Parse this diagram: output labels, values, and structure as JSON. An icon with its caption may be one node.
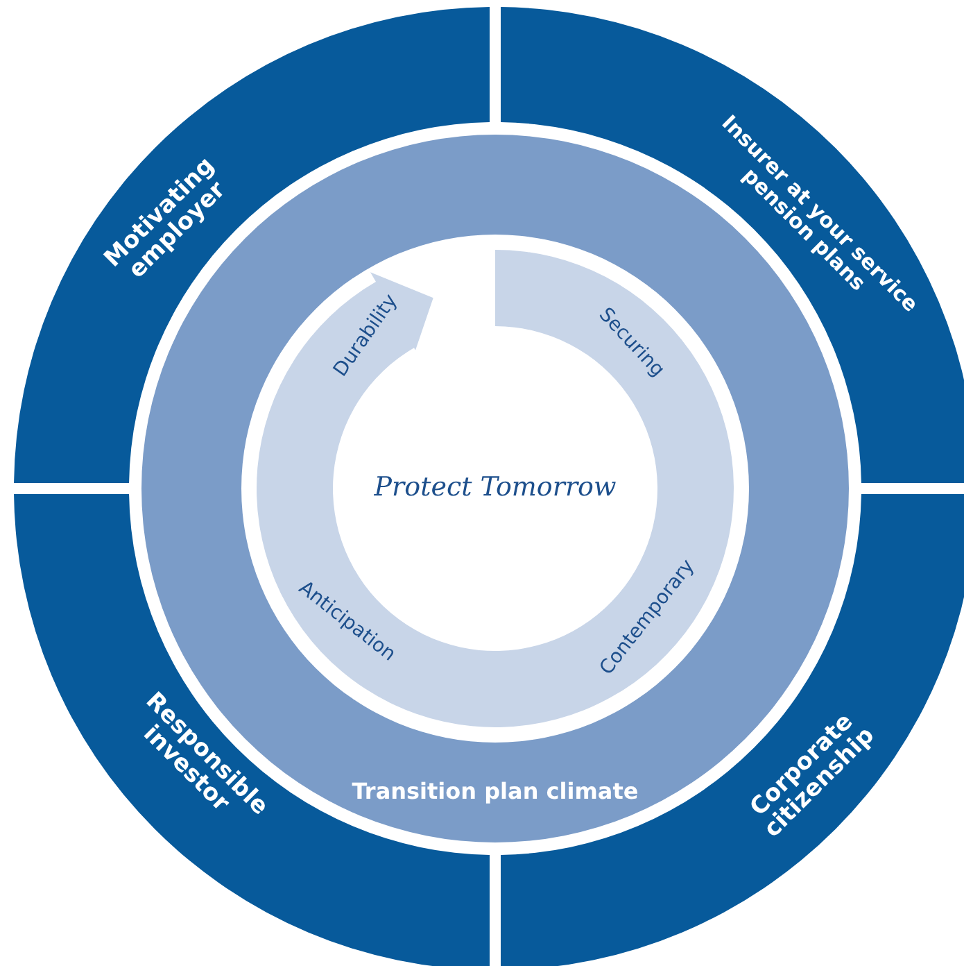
{
  "diagram": {
    "nodes": [
      {
        "text": [
          "Motivating employer"
        ]
      },
      {
        "text": [
          "Insurer at your service pension plans"
        ]
      },
      {
        "text": [
          "Responsible investor"
        ]
      },
      {
        "text": [
          "Corporate citizenship"
        ]
      },
      {
        "text": [
          "Transition plan climate"
        ]
      },
      {
        "text": [
          "Durability",
          "Securing",
          "Contemporary",
          "Anticipation"
        ],
        "in": 4
      },
      {
        "text": [
          "Protect Tomorrow"
        ],
        "in": 5
      }
    ]
  }
}
